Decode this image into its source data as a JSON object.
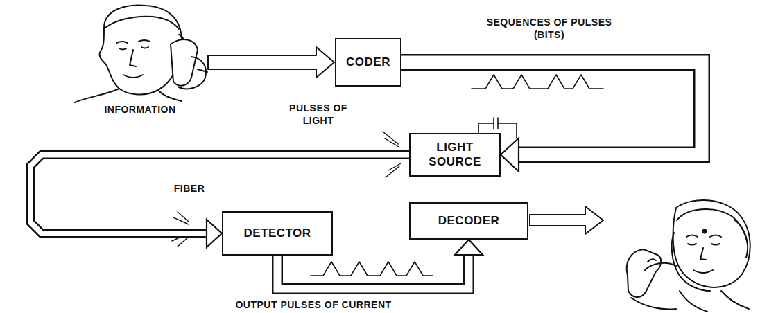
{
  "diagram": {
    "nodes": [
      {
        "text": [
          "CODER"
        ]
      },
      {
        "text": [
          "LIGHT SOURCE"
        ]
      },
      {
        "text": [
          "DETECTOR"
        ]
      },
      {
        "text": [
          "DECODER"
        ]
      }
    ],
    "edges": [
      {
        "from": 0,
        "to": 1,
        "arrow": "to"
      },
      {
        "from": 1,
        "to": 2,
        "arrow": "to"
      },
      {
        "from": 2,
        "to": 3,
        "arrow": "to"
      }
    ],
    "labels": [
      "INFORMATION",
      "PULSES OF LIGHT",
      "SEQUENCES OF PULSES (BITS)",
      "FIBER",
      "OUTPUT PULSES OF CURRENT"
    ]
  }
}
